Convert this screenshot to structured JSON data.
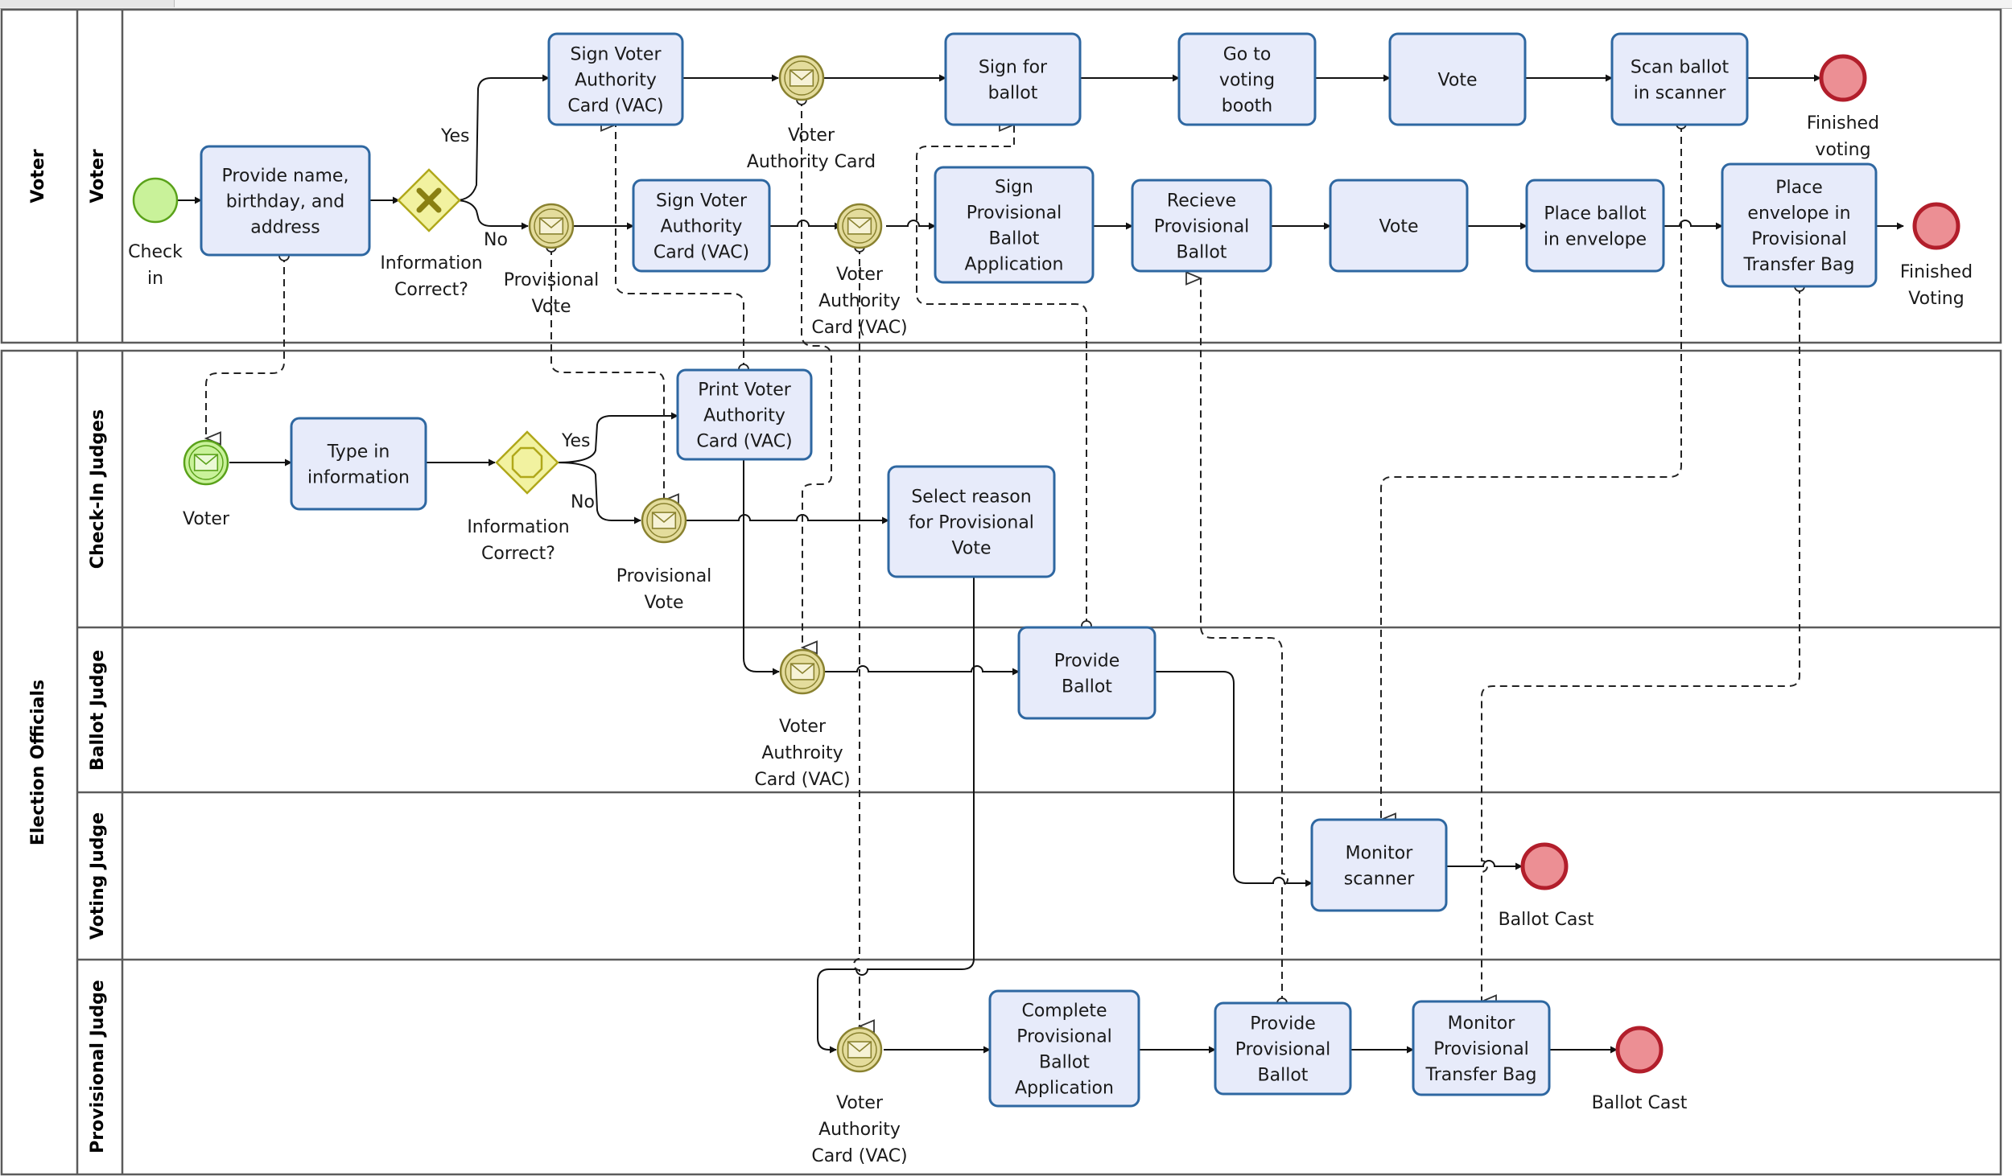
{
  "pools": [
    {
      "id": "voter",
      "label": "Voter"
    },
    {
      "id": "officials",
      "label": "Election Officials"
    }
  ],
  "lanes": [
    {
      "id": "voter",
      "label": "Voter"
    },
    {
      "id": "checkin",
      "label": "Check-In Judges"
    },
    {
      "id": "ballot",
      "label": "Ballot Judge"
    },
    {
      "id": "voting",
      "label": "Voting Judge"
    },
    {
      "id": "provisional",
      "label": "Provisional Judge"
    }
  ],
  "tasks": [
    {
      "id": "t_provide_name",
      "lines": [
        "Provide name,",
        "birthday, and",
        "address"
      ]
    },
    {
      "id": "t_sign_vac_top",
      "lines": [
        "Sign Voter",
        "Authority",
        "Card (VAC)"
      ]
    },
    {
      "id": "t_sign_vac_mid",
      "lines": [
        "Sign Voter",
        "Authority",
        "Card (VAC)"
      ]
    },
    {
      "id": "t_sign_for_ballot",
      "lines": [
        "Sign  for",
        "ballot"
      ]
    },
    {
      "id": "t_go_booth",
      "lines": [
        "Go to",
        "voting",
        "booth"
      ]
    },
    {
      "id": "t_vote_top",
      "lines": [
        "Vote"
      ]
    },
    {
      "id": "t_scan",
      "lines": [
        "Scan ballot",
        "in scanner"
      ]
    },
    {
      "id": "t_sign_prov_app",
      "lines": [
        "Sign",
        "Provisional",
        "Ballot",
        "Application"
      ]
    },
    {
      "id": "t_receive_prov",
      "lines": [
        "Recieve",
        "Provisional",
        "Ballot"
      ]
    },
    {
      "id": "t_vote_mid",
      "lines": [
        "Vote"
      ]
    },
    {
      "id": "t_place_env",
      "lines": [
        "Place ballot",
        "in envelope"
      ]
    },
    {
      "id": "t_place_bag",
      "lines": [
        "Place",
        "envelope in",
        "Provisional",
        "Transfer Bag"
      ]
    },
    {
      "id": "t_type_info",
      "lines": [
        "Type in",
        "information"
      ]
    },
    {
      "id": "t_print_vac",
      "lines": [
        "Print Voter",
        "Authority",
        "Card (VAC)"
      ]
    },
    {
      "id": "t_select_reason",
      "lines": [
        "Select  reason",
        "for Provisional",
        "Vote"
      ]
    },
    {
      "id": "t_provide_ballot",
      "lines": [
        "Provide",
        "Ballot"
      ]
    },
    {
      "id": "t_monitor_scanner",
      "lines": [
        "Monitor",
        "scanner"
      ]
    },
    {
      "id": "t_complete_app",
      "lines": [
        "Complete",
        "Provisional",
        "Ballot",
        "Application"
      ]
    },
    {
      "id": "t_provide_prov",
      "lines": [
        "Provide",
        "Provisional",
        "Ballot"
      ]
    },
    {
      "id": "t_monitor_bag",
      "lines": [
        "Monitor",
        "Provisional",
        "Transfer Bag"
      ]
    }
  ],
  "events": [
    {
      "id": "e_checkin",
      "kind": "start",
      "lines": [
        "Check",
        "in"
      ]
    },
    {
      "id": "e_finished_top",
      "kind": "end",
      "lines": [
        "Finished",
        "voting"
      ]
    },
    {
      "id": "e_finished_mid",
      "kind": "end",
      "lines": [
        "Finished",
        "Voting"
      ]
    },
    {
      "id": "e_msg_vac_top",
      "kind": "message",
      "lines": [
        "Voter",
        "Authority Card"
      ]
    },
    {
      "id": "e_msg_prov_top",
      "kind": "message",
      "lines": [
        "Provisional",
        "Vote"
      ]
    },
    {
      "id": "e_msg_vac_mid",
      "kind": "message",
      "lines": [
        "Voter",
        "Authority",
        "Card (VAC)"
      ]
    },
    {
      "id": "e_voter_start",
      "kind": "start-message",
      "lines": [
        "Voter"
      ]
    },
    {
      "id": "e_msg_prov_check",
      "kind": "message",
      "lines": [
        "Provisional",
        "Vote"
      ]
    },
    {
      "id": "e_msg_vac_ballot",
      "kind": "message",
      "lines": [
        "Voter",
        "Authroity",
        "Card (VAC)"
      ]
    },
    {
      "id": "e_ballot_cast_v",
      "kind": "end",
      "lines": [
        "Ballot Cast"
      ]
    },
    {
      "id": "e_msg_vac_prov",
      "kind": "message",
      "lines": [
        "Voter",
        "Authority",
        "Card (VAC)"
      ]
    },
    {
      "id": "e_ballot_cast_p",
      "kind": "end",
      "lines": [
        "Ballot Cast"
      ]
    }
  ],
  "gateways": [
    {
      "id": "g_top",
      "kind": "exclusive",
      "lines": [
        "Information",
        "Correct?"
      ]
    },
    {
      "id": "g_check",
      "kind": "complex",
      "lines": [
        "Information",
        "Correct?"
      ]
    }
  ],
  "flow_labels": [
    {
      "id": "fl_yes_top",
      "text": "Yes"
    },
    {
      "id": "fl_no_top",
      "text": "No"
    },
    {
      "id": "fl_yes_check",
      "text": "Yes"
    },
    {
      "id": "fl_no_check",
      "text": "No"
    }
  ],
  "colors": {
    "task_fill": "#e7ebfa",
    "task_stroke": "#2e67a1",
    "start_fill": "#c9f29a",
    "start_stroke": "#5aa21a",
    "end_fill": "#ec8f94",
    "end_stroke": "#b21e2b",
    "gateway_fill": "#f2f2a0",
    "gateway_stroke": "#b0a81a",
    "message_fill": "#e4dc9c",
    "message_stroke": "#8a8230",
    "lane_border": "#5b5b5b",
    "text": "#1a1a1a"
  }
}
